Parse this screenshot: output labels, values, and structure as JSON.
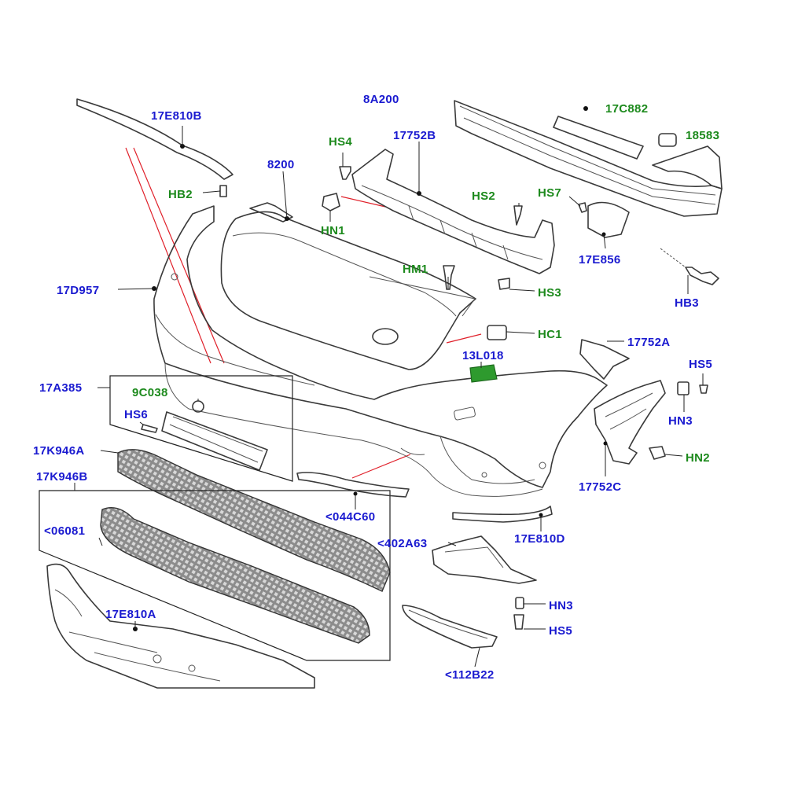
{
  "colors": {
    "blue_label": "#1a1ad0",
    "green_label": "#1d8a1d",
    "line": "#222222",
    "highlight_line": "#e0202a",
    "highlight_part": "#2e9a2e"
  },
  "labels": {
    "cut_top": "8A200",
    "l_17E810B": "17E810B",
    "l_17C882": "17C882",
    "l_18583": "18583",
    "l_HS4": "HS4",
    "l_17752B": "17752B",
    "l_8200": "8200",
    "l_HB2": "HB2",
    "l_HS2": "HS2",
    "l_HS7": "HS7",
    "l_HN1": "HN1",
    "l_17E856": "17E856",
    "l_HM1": "HM1",
    "l_17D957": "17D957",
    "l_HS3": "HS3",
    "l_HB3": "HB3",
    "l_HC1": "HC1",
    "l_17752A": "17752A",
    "l_13L018": "13L018",
    "l_HS5a": "HS5",
    "l_17A385": "17A385",
    "l_9C038": "9C038",
    "l_HN3a": "HN3",
    "l_HS6": "HS6",
    "l_HN2": "HN2",
    "l_17K946A": "17K946A",
    "l_17752C": "17752C",
    "l_17K946B": "17K946B",
    "l_044C60": "<044C60",
    "l_17E810D": "17E810D",
    "l_06081": "<06081",
    "l_402A63": "<402A63",
    "l_HN3b": "HN3",
    "l_17E810A": "17E810A",
    "l_HS5b": "HS5",
    "l_112B22": "<112B22"
  }
}
